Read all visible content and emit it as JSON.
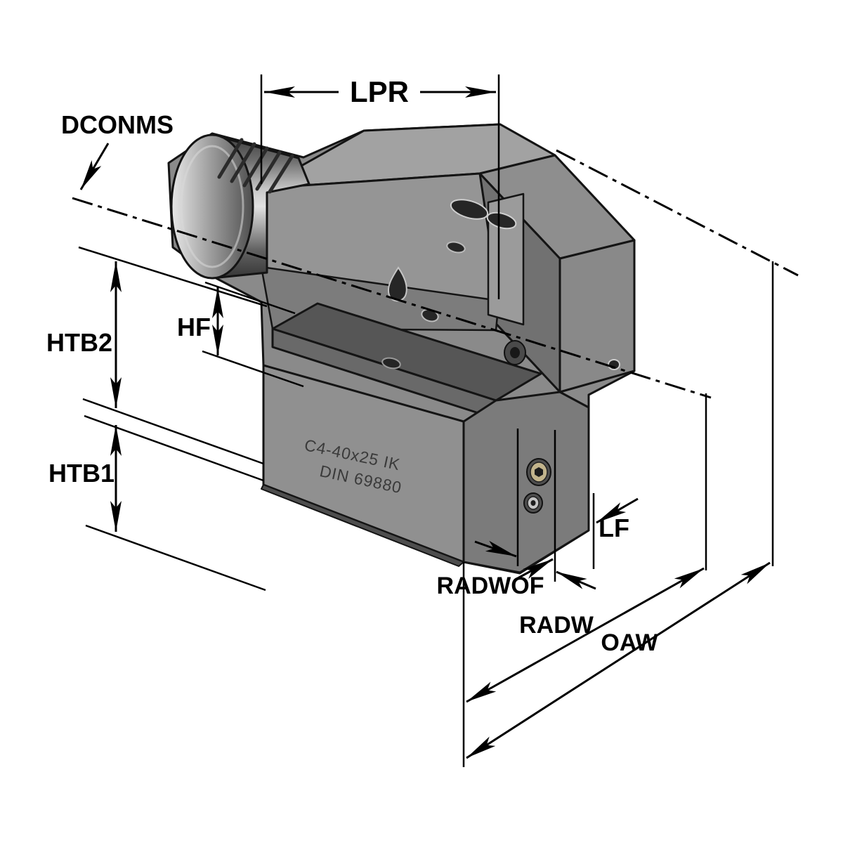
{
  "drawing": {
    "kind": "tool-holder-dimension-drawing",
    "dimension_labels": {
      "lpr": "LPR",
      "dconms": "DCONMS",
      "htb2": "HTB2",
      "hf": "HF",
      "htb1": "HTB1",
      "radwof": "RADWOF",
      "radw": "RADW",
      "oaw": "OAW",
      "lf": "LF"
    },
    "part_markings": {
      "line1": "C4-40x25 IK",
      "line2": "DIN 69880"
    },
    "colors": {
      "line": "#000000",
      "background": "#ffffff",
      "body_light": "#a2a2a2",
      "body_medium": "#8f8f8f",
      "body_dark": "#565656"
    }
  }
}
